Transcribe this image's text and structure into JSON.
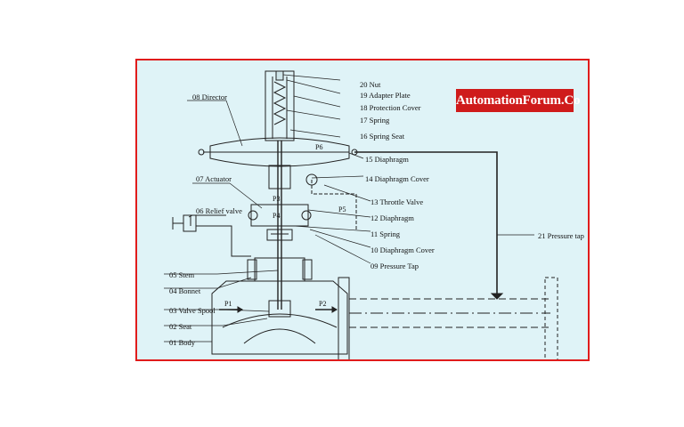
{
  "brand": {
    "text": "AutomationForum.Co",
    "color": "#cf1b1b"
  },
  "frame_border_color": "#e01c1c",
  "background_color": "#dff3f7",
  "labels": {
    "nut": "20 Nut",
    "adapter_plate": "19 Adapter Plate",
    "protection_cover": "18 Protection Cover",
    "spring_17": "17 Spring",
    "spring_seat": "16 Spring Seat",
    "diaphragm_15": "15 Diaphragm",
    "diaphragm_cover_14": "14 Diaphragm Cover",
    "throttle_valve": "13 Throttle Valve",
    "diaphragm_12": "12 Diaphragm",
    "spring_11": "11 Spring",
    "diaphragm_cover_10": "10 Diaphragm Cover",
    "pressure_tap_09": "09 Pressure  Tap",
    "director": "08 Director",
    "actuator": "07 Actuator",
    "relief_valve": "06 Relief valve",
    "stem": "05 Stem",
    "bonnet": "04 Bonnet",
    "valve_spool": "03 Valve Spool",
    "seat": "02 Seat",
    "body": "01 Body",
    "pressure_tap_21": "21 Pressure  tap"
  },
  "pressures": {
    "p1": "P1",
    "p2": "P2",
    "p3": "P3",
    "p4": "P4",
    "p5": "P5",
    "p6": "P6"
  }
}
